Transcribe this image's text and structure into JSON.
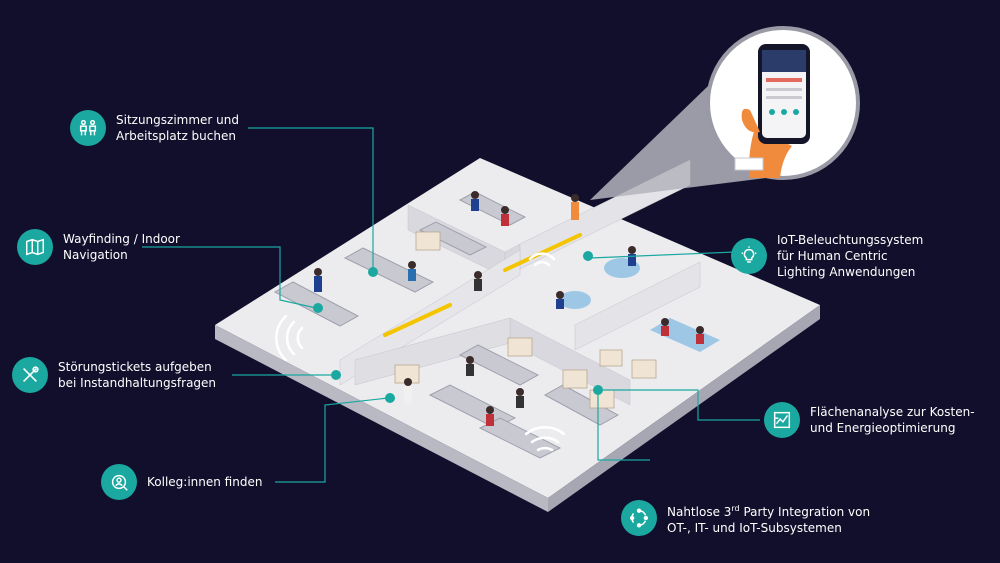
{
  "callouts": {
    "booking": {
      "icon": "meeting-room-icon",
      "lines": [
        "Sitzungszimmer und",
        "Arbeitsplatz buchen"
      ]
    },
    "wayfinding": {
      "icon": "map-icon",
      "lines": [
        "Wayfinding / Indoor",
        "Navigation"
      ]
    },
    "tickets": {
      "icon": "tools-icon",
      "lines": [
        "Störungstickets aufgeben",
        "bei Instandhaltungsfragen"
      ]
    },
    "colleagues": {
      "icon": "people-search-icon",
      "lines": [
        "Kolleg:innen finden"
      ]
    },
    "lighting": {
      "icon": "light-bulb-icon",
      "lines": [
        "IoT-Beleuchtungssystem",
        "für Human Centric",
        "Lighting Anwendungen"
      ]
    },
    "analysis": {
      "icon": "floorplan-chart-icon",
      "lines": [
        "Flächenanalyse zur Kosten-",
        "und Energieoptimierung"
      ]
    },
    "integration": {
      "icon": "integration-cycle-icon",
      "line1_pre": "Nahtlose 3",
      "line1_sup": "rd",
      "line1_post": " Party Integration von",
      "line2": "OT-, IT- und IoT-Subsystemen"
    }
  },
  "colors": {
    "background": "#120f2c",
    "accent": "#1aa8a0",
    "floor": "#f2f2f4",
    "wall": "#d9d9df",
    "highlight": "#f5c400",
    "skin": "#f08a3c"
  }
}
